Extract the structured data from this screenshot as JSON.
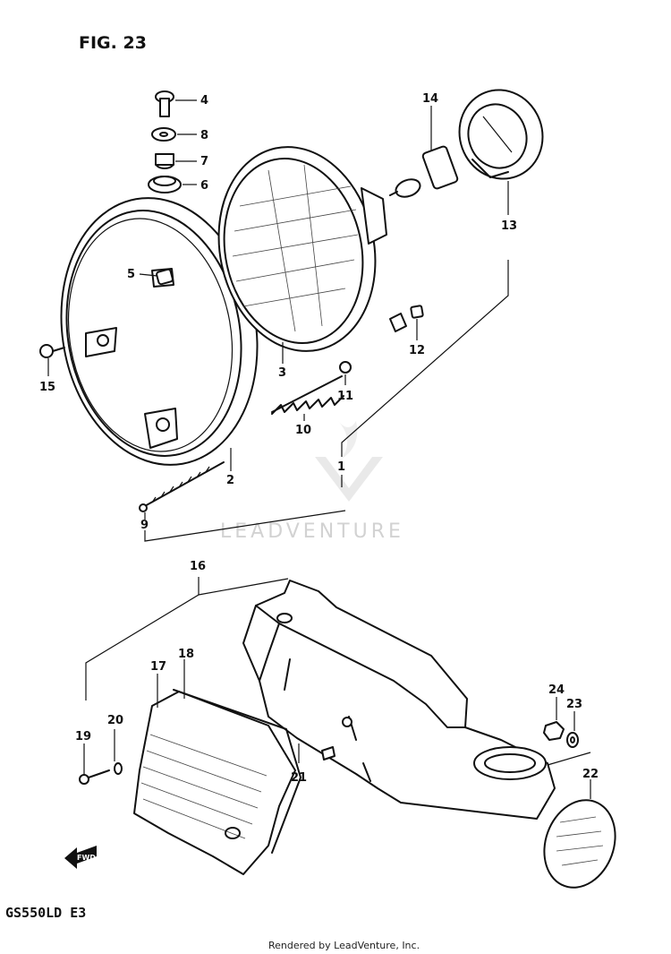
{
  "figure": {
    "title": "FIG. 23",
    "model_code": "GS550LD E3",
    "footer": "Rendered by LeadVenture, Inc.",
    "watermark": "LEADVENTURE"
  },
  "fwd_label": "FWD",
  "callouts": {
    "c1": "1",
    "c2": "2",
    "c3": "3",
    "c4": "4",
    "c5": "5",
    "c6": "6",
    "c7": "7",
    "c8": "8",
    "c9": "9",
    "c10": "10",
    "c11": "11",
    "c12": "12",
    "c13": "13",
    "c14": "14",
    "c15": "15",
    "c16": "16",
    "c17": "17",
    "c18": "18",
    "c19": "19",
    "c20": "20",
    "c21": "21",
    "c22": "22",
    "c23": "23",
    "c24": "24"
  },
  "colors": {
    "ink": "#111111",
    "watermark": "#d2d2d2",
    "background": "#ffffff"
  }
}
